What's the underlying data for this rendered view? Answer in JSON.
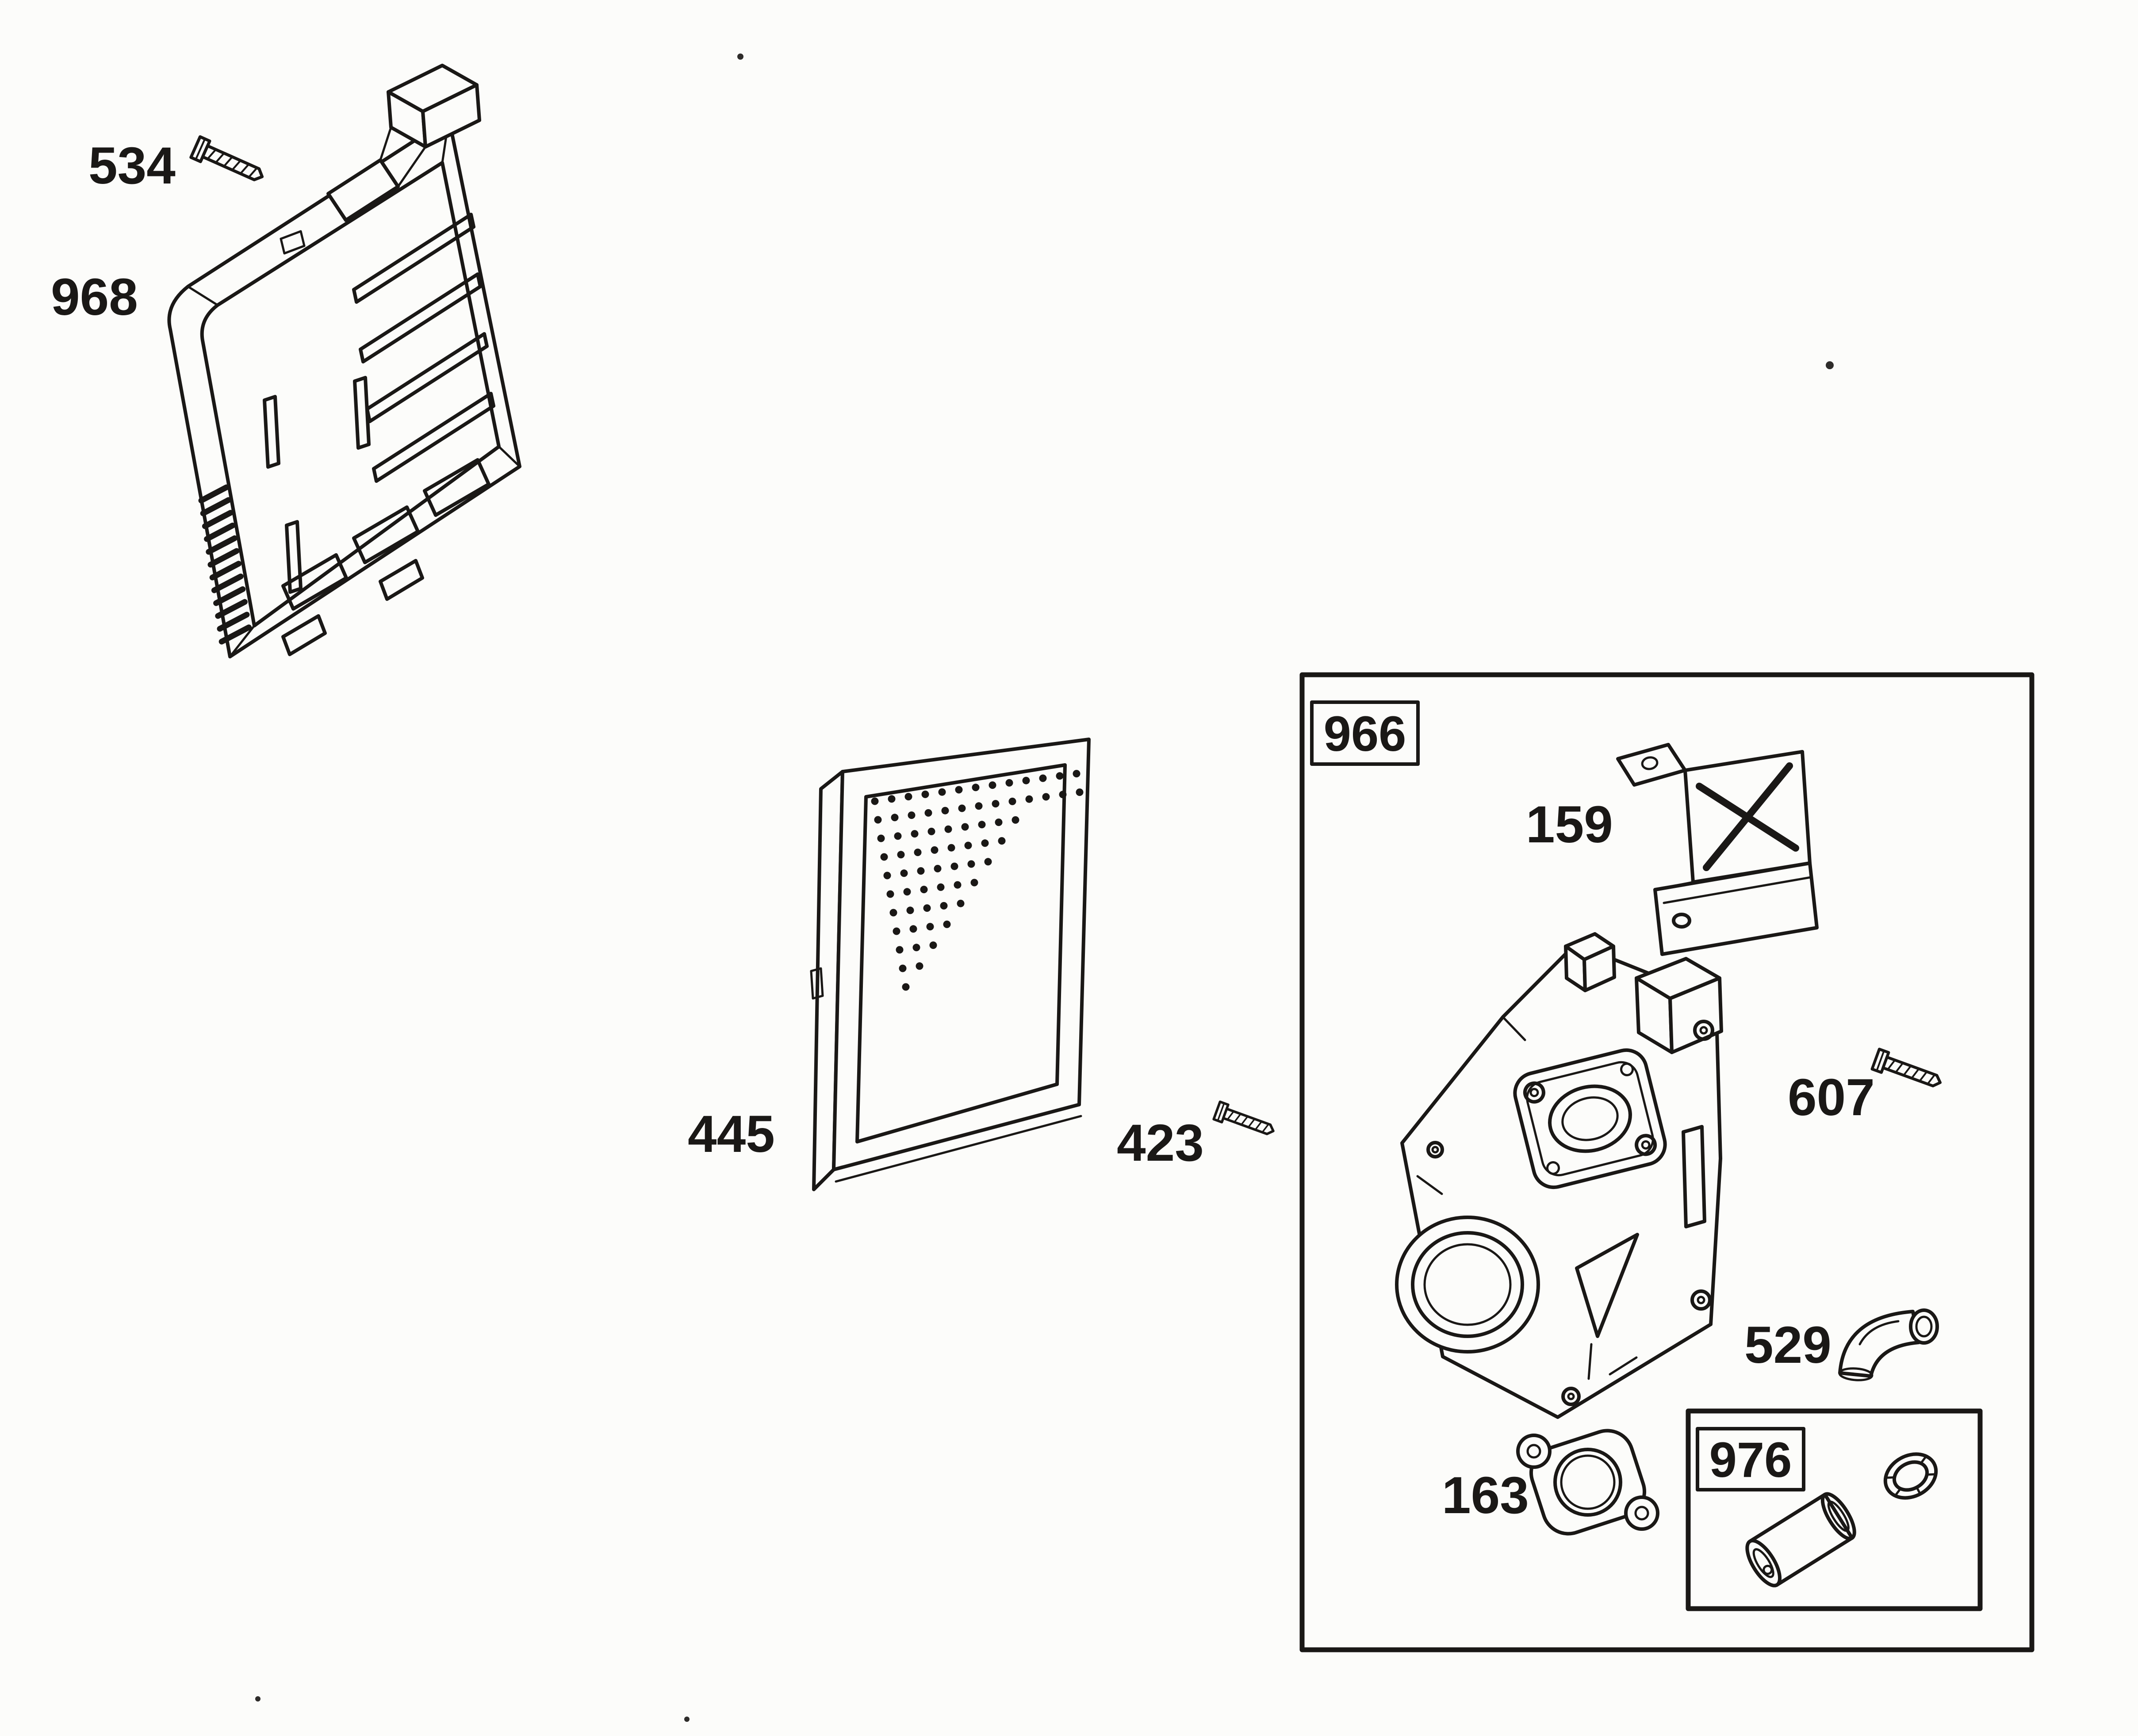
{
  "colors": {
    "paper": "#fcfcfa",
    "ink": "#1a1816"
  },
  "labels": {
    "part534": "534",
    "part968": "968",
    "part445": "445",
    "part423": "423",
    "group966": "966",
    "part159": "159",
    "part607": "607",
    "part529": "529",
    "part163": "163",
    "group976": "976"
  }
}
